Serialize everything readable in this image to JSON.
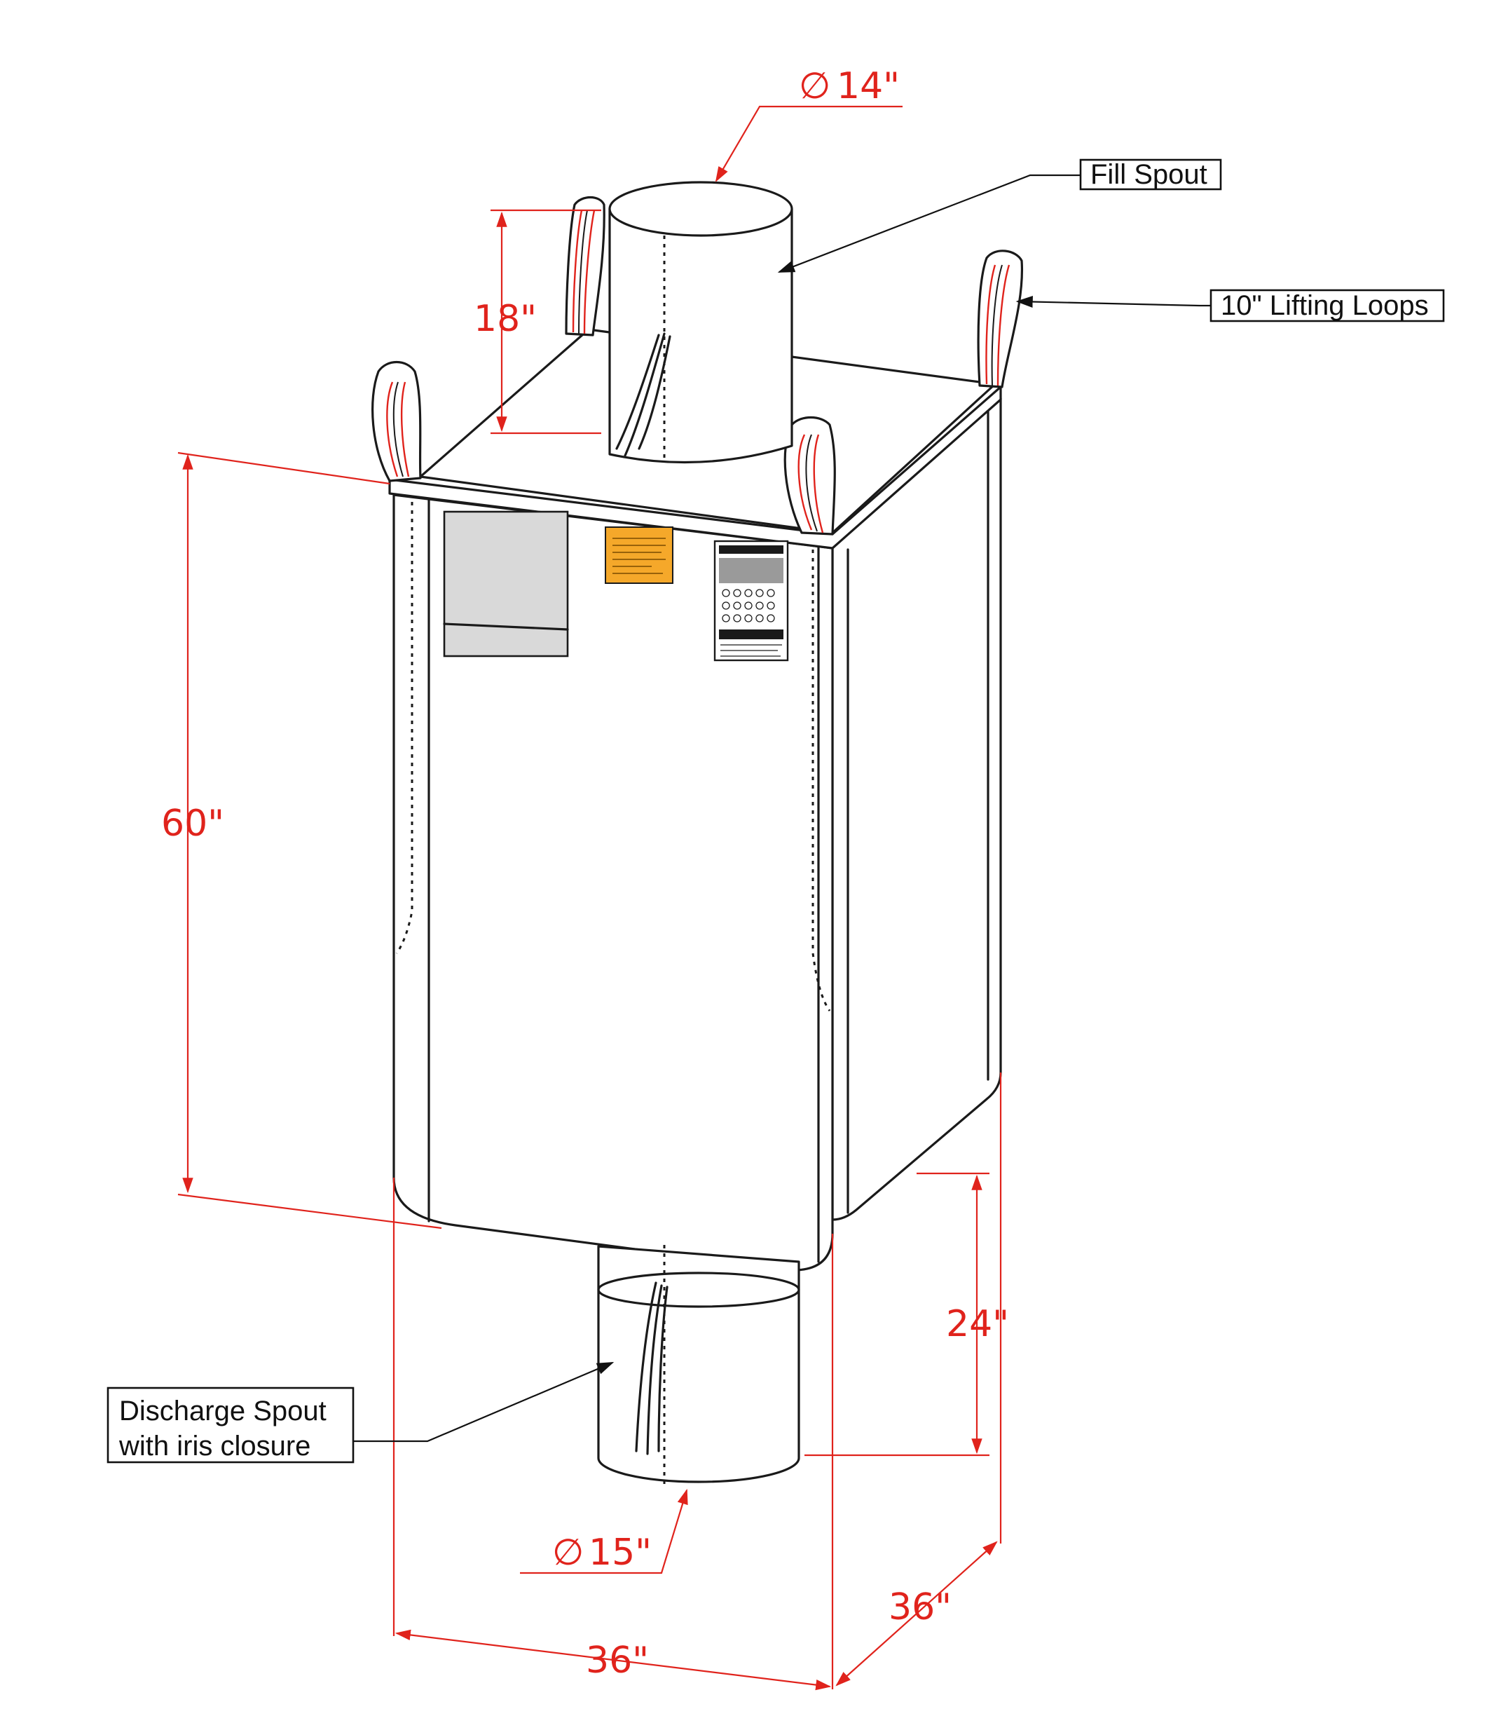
{
  "dimensions": {
    "fill_spout_diameter": "14\"",
    "fill_spout_height": "18\"",
    "body_height": "60\"",
    "discharge_spout_length": "24\"",
    "discharge_spout_diameter": "15\"",
    "width": "36\"",
    "depth": "36\"",
    "diameter_symbol": "∅"
  },
  "callouts": {
    "fill_spout": "Fill Spout",
    "lifting_loops": "10\" Lifting Loops",
    "discharge_spout_line1": "Discharge Spout",
    "discharge_spout_line2": "with iris closure"
  },
  "colors": {
    "dimension": "#e0231c",
    "outline": "#1a1a1a",
    "document_pouch": "#d9d9d9",
    "warning_label": "#f5a82a"
  }
}
